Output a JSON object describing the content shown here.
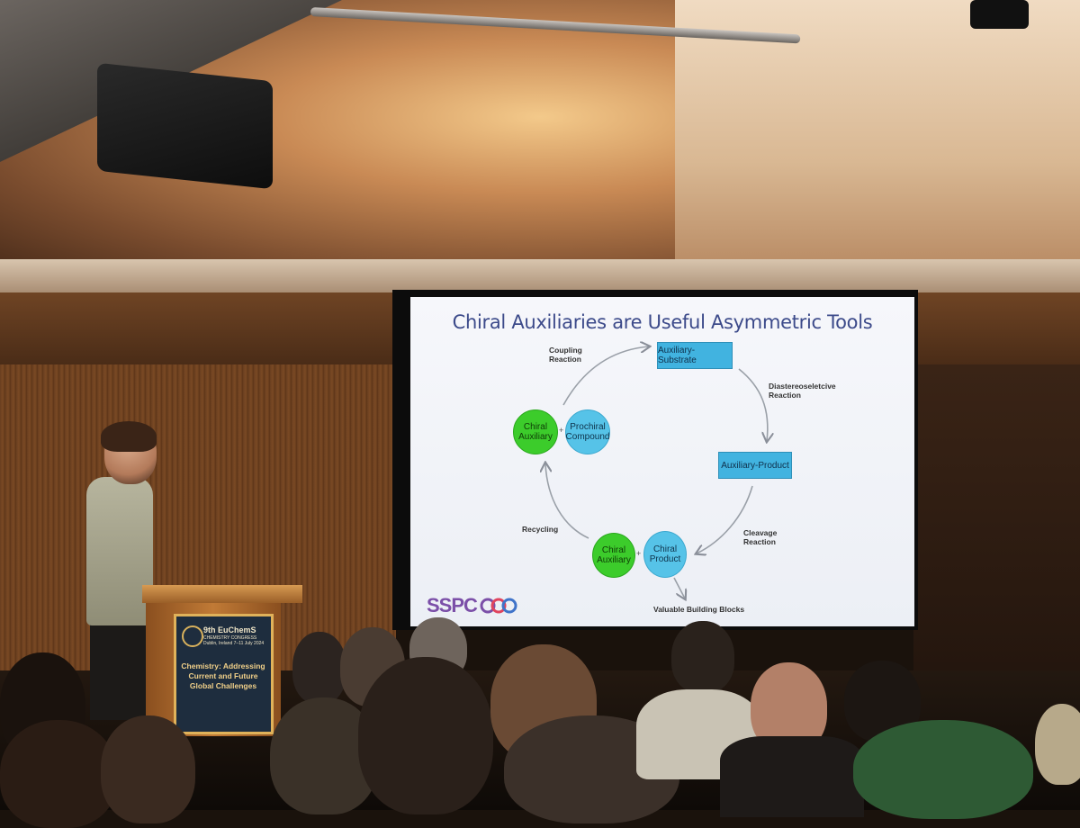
{
  "slide": {
    "title": "Chiral Auxiliaries are Useful Asymmetric Tools",
    "boxes": {
      "auxiliary_substrate": "Auxiliary-Substrate",
      "auxiliary_product": "Auxiliary-Product"
    },
    "circles": {
      "chiral_auxiliary_top_line1": "Chiral",
      "chiral_auxiliary_top_line2": "Auxiliary",
      "prochiral_line1": "Prochiral",
      "prochiral_line2": "Compound",
      "chiral_auxiliary_bottom_line1": "Chiral",
      "chiral_auxiliary_bottom_line2": "Auxiliary",
      "chiral_product_line1": "Chiral",
      "chiral_product_line2": "Product"
    },
    "plus": "+",
    "labels": {
      "coupling_line1": "Coupling",
      "coupling_line2": "Reaction",
      "diastereo_line1": "Diastereoseletcive",
      "diastereo_line2": "Reaction",
      "cleavage_line1": "Cleavage",
      "cleavage_line2": "Reaction",
      "recycling": "Recycling",
      "valuable": "Valuable Building Blocks"
    },
    "logo": "SSPC"
  },
  "podium": {
    "line1": "9th EuChemS",
    "line2": "CHEMISTRY CONGRESS",
    "line3": "Dublin, Ireland 7–11 July 2024",
    "tagline": "Chemistry: Addressing Current and Future Global Challenges"
  },
  "colors": {
    "slide_title": "#3c4a8a",
    "box_blue": "#41b3e0",
    "circle_green": "#3ccc2b",
    "circle_blue": "#56c3e8",
    "logo_purple": "#7b4fa8",
    "podium_gold": "#e0b25a"
  }
}
